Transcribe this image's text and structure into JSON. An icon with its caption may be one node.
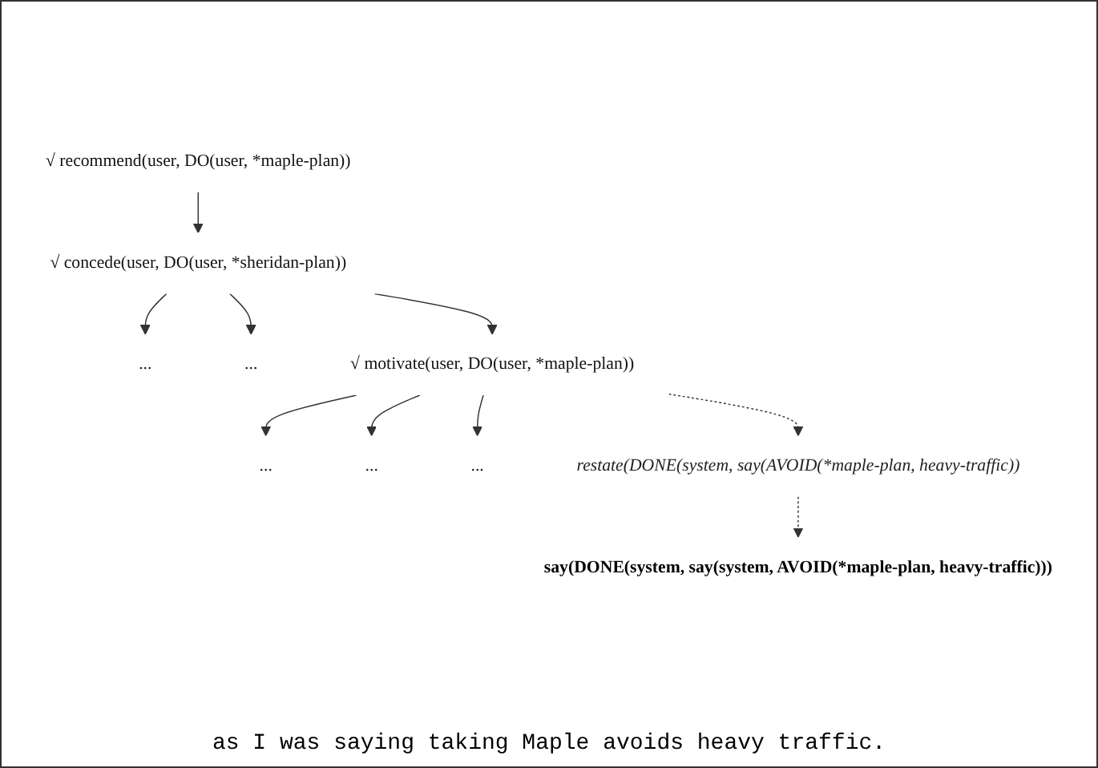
{
  "diagram": {
    "nodes": [
      {
        "text": [
          "√ recommend(user, DO(user, *maple-plan))"
        ]
      },
      {
        "text": [
          "√ concede(user, DO(user, *sheridan-plan))"
        ]
      },
      {
        "text": [
          "..."
        ]
      },
      {
        "text": [
          "..."
        ]
      },
      {
        "text": [
          "√ motivate(user, DO(user, *maple-plan))"
        ]
      },
      {
        "text": [
          "..."
        ]
      },
      {
        "text": [
          "..."
        ]
      },
      {
        "text": [
          "..."
        ]
      },
      {
        "text": [
          "restate(DONE(system, say(AVOID(*maple-plan, heavy-traffic))"
        ]
      },
      {
        "text": [
          "say(DONE(system, say(system, AVOID(*maple-plan, heavy-traffic)))"
        ]
      }
    ],
    "edges": [
      {
        "from": 0,
        "to": 1,
        "arrow": "to"
      },
      {
        "from": 1,
        "to": 2,
        "arrow": "to"
      },
      {
        "from": 1,
        "to": 3,
        "arrow": "to"
      },
      {
        "from": 1,
        "to": 4,
        "arrow": "to"
      },
      {
        "from": 4,
        "to": 5,
        "arrow": "to"
      },
      {
        "from": 4,
        "to": 6,
        "arrow": "to"
      },
      {
        "from": 4,
        "to": 7,
        "arrow": "to"
      },
      {
        "from": 4,
        "to": 8,
        "arrow": "to",
        "style": "dashed"
      },
      {
        "from": 8,
        "to": 9,
        "arrow": "to",
        "style": "dashed"
      }
    ],
    "labels": [
      "as I was saying taking Maple avoids heavy traffic."
    ]
  }
}
